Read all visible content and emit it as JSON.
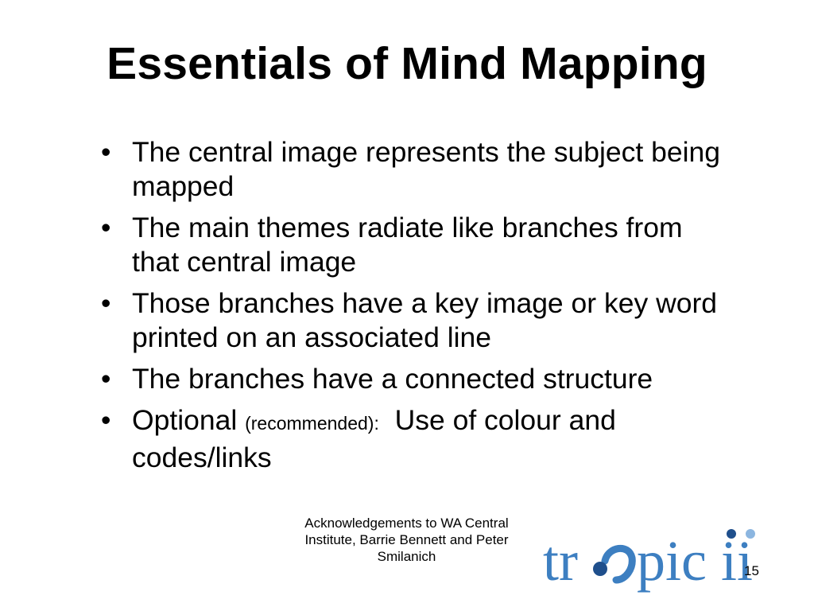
{
  "slide": {
    "title": "Essentials of Mind Mapping",
    "bullets": [
      {
        "text": "The central image represents the subject being mapped"
      },
      {
        "text": "The main themes radiate like branches from that central image"
      },
      {
        "text": "Those branches have a key image or key word printed on an associated line"
      },
      {
        "text": "The branches have a connected structure"
      },
      {
        "text": "Optional",
        "note": "(recommended):",
        "after": "Use of colour and codes/links"
      }
    ],
    "bullet_glyph": "•",
    "acknowledgement": "Acknowledgements to WA Central Institute, Barrie Bennett and Peter Smilanich",
    "page_number": "15"
  },
  "logo": {
    "text_part1": "tr",
    "text_part2": "pic ii",
    "color": "#3d7fc1",
    "dot_color_dark": "#1f4f8c",
    "dot_color_light": "#8cb6e0"
  }
}
